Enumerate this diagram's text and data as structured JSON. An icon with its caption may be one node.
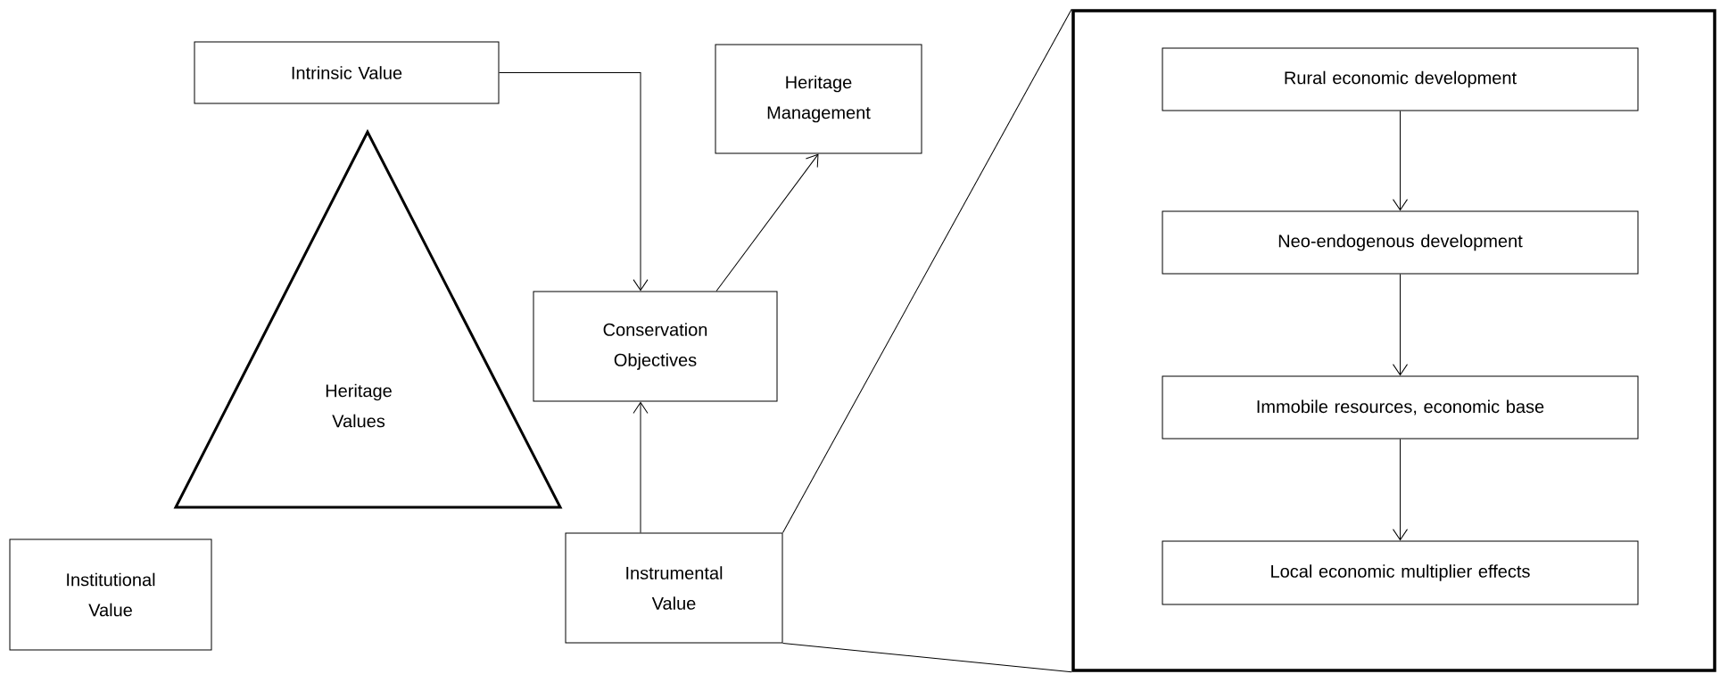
{
  "diagram": {
    "nodes": [
      {
        "text": [
          "Intrinsic Value"
        ]
      },
      {
        "text": [
          "Heritage Management"
        ]
      },
      {
        "text": [
          "Heritage Values"
        ]
      },
      {
        "text": [
          "Conservation Objectives"
        ]
      },
      {
        "text": [
          "Institutional Value"
        ]
      },
      {
        "text": [
          "Instrumental Value"
        ]
      },
      {
        "text": [],
        "shape": "box"
      },
      {
        "text": [
          "Rural economic development"
        ],
        "in": 6
      },
      {
        "text": [
          "Neo-endogenous development"
        ],
        "in": 6
      },
      {
        "text": [
          "Immobile resources, economic base"
        ],
        "in": 6
      },
      {
        "text": [
          "Local economic multiplier effects"
        ],
        "in": 6
      }
    ],
    "edges": [
      {
        "from": 0,
        "to": 3,
        "arrow": "to"
      },
      {
        "from": 3,
        "to": 1,
        "arrow": "to"
      },
      {
        "from": 5,
        "to": 3,
        "arrow": "to"
      },
      {
        "from": 5,
        "to": 6,
        "arrow": "none"
      },
      {
        "from": 5,
        "to": 6,
        "arrow": "none"
      },
      {
        "from": 7,
        "to": 8,
        "arrow": "to"
      },
      {
        "from": 8,
        "to": 9,
        "arrow": "to"
      },
      {
        "from": 9,
        "to": 10,
        "arrow": "to"
      }
    ]
  }
}
